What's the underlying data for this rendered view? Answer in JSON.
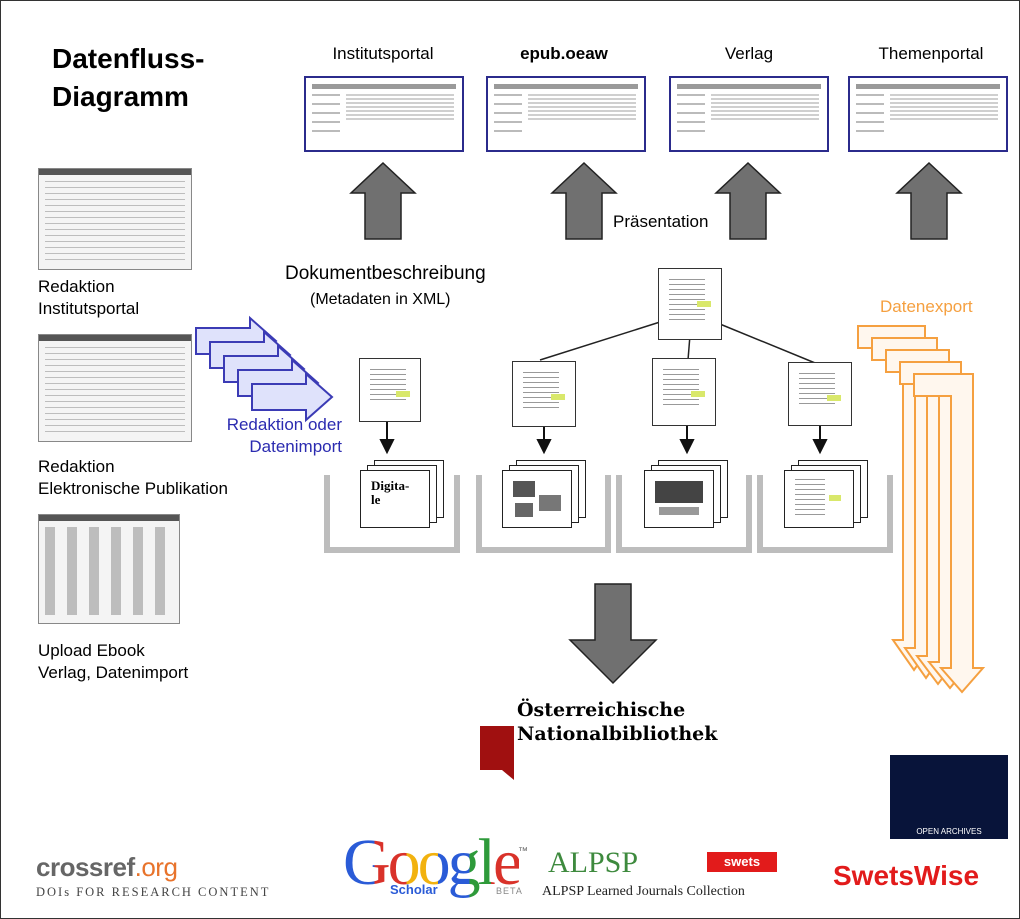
{
  "title_line1": "Datenfluss-",
  "title_line2": "Diagramm",
  "portals": [
    {
      "label": "Institutsportal",
      "bold": false
    },
    {
      "label": "epub.oeaw",
      "bold": true
    },
    {
      "label": "Verlag",
      "bold": false
    },
    {
      "label": "Themenportal",
      "bold": false
    }
  ],
  "praesentation": "Präsentation",
  "doc_desc_line1": "Dokumentbeschreibung",
  "doc_desc_line2": "(Metadaten in XML)",
  "datenexport": "Datenexport",
  "left_labels": [
    {
      "line1": "Redaktion",
      "line2": "Institutsportal"
    },
    {
      "line1": "Redaktion",
      "line2": "Elektronische Publikation"
    },
    {
      "line1": "Upload Ebook",
      "line2": "Verlag, Datenimport"
    }
  ],
  "redaktion_line1": "Redaktion oder",
  "redaktion_line2": "Datenimport",
  "digital_text_line1": "Digita-",
  "digital_text_line2": "le",
  "onb_line1": "Österreichische",
  "onb_line2": "Nationalbibliothek",
  "logos": {
    "crossref_main": "crossref",
    "crossref_org": ".org",
    "crossref_tagline": "DOIs FOR RESEARCH CONTENT",
    "google": "Google",
    "google_tm": "™",
    "google_scholar": "Scholar",
    "google_beta": "BETA",
    "alpsp": "ALPSP",
    "alpsp_sub": "ALPSP Learned Journals Collection",
    "swets": "swets",
    "swetswise": "SwetsWise",
    "open_archives": "OPEN ARCHIVES"
  },
  "colors": {
    "portal_border": "#2b2b8c",
    "arrow_gray": "#707070",
    "blue_arrow": "#3b3bb5",
    "orange_arrow": "#f5a040",
    "onb_red": "#a01010",
    "swets_red": "#e21b1b"
  }
}
